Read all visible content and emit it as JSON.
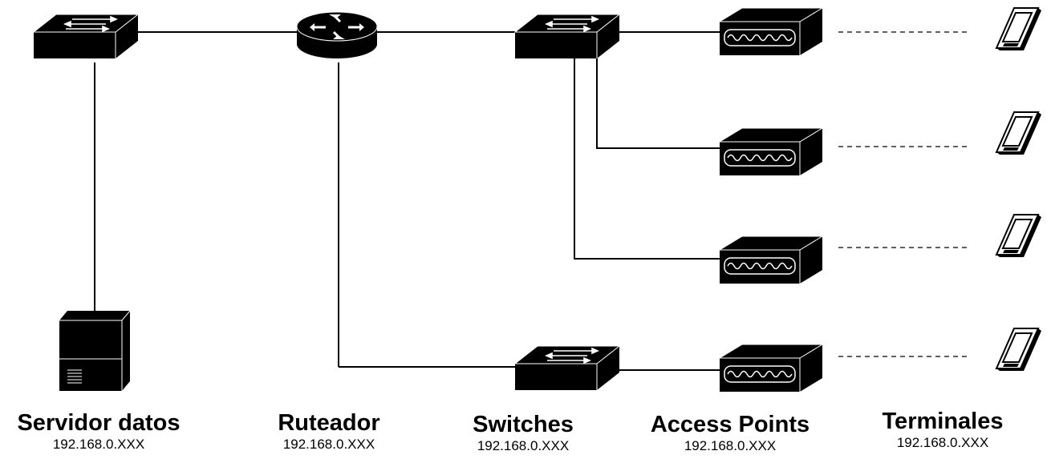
{
  "labels": {
    "server": {
      "title": "Servidor datos",
      "ip": "192.168.0.XXX"
    },
    "router": {
      "title": "Ruteador",
      "ip": "192.168.0.XXX"
    },
    "switches": {
      "title": "Switches",
      "ip": "192.168.0.XXX"
    },
    "access_points": {
      "title": "Access Points",
      "ip": "192.168.0.XXX"
    },
    "terminals": {
      "title": "Terminales",
      "ip": "192.168.0.XXX"
    }
  },
  "colors": {
    "line": "#000000",
    "device": "#000000",
    "background": "#ffffff"
  }
}
